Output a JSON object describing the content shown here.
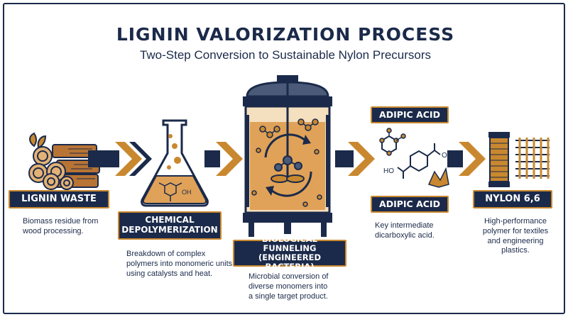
{
  "title": "LIGNIN VALORIZATION PROCESS",
  "subtitle": "Two-Step Conversion to Sustainable Nylon Precursors",
  "steps": [
    {
      "label": "LIGNIN WASTE",
      "desc_lines": [
        "Biomass residue from",
        "wood processing."
      ]
    },
    {
      "label_lines": [
        "CHEMICAL",
        "DEPOLYMERIZATION"
      ],
      "desc_lines": [
        "Breakdown of complex",
        "polymers into monomeric units",
        "using catalysts and heat."
      ]
    },
    {
      "label_lines": [
        "BIOLOGICAL FUNNELING",
        "(ENGINEERED BACTERIA)"
      ],
      "desc_lines": [
        "Microbial conversion of",
        "diverse monomers into",
        "a single target product."
      ]
    },
    {
      "label_top": "ADIPIC ACID",
      "label": "ADIPIC ACID",
      "desc_lines": [
        "Key intermediate",
        "dicarboxylic acid."
      ]
    },
    {
      "label": "NYLON 6,6",
      "desc_lines": [
        "High-performance",
        "polymer for textiles",
        "and engineering",
        "plastics."
      ]
    }
  ],
  "molecule_labels": {
    "flask_oh": "OH",
    "acid_oh": "OH",
    "acid_ho": "HO"
  },
  "colors": {
    "navy": "#1b2a4a",
    "amber": "#c9882f",
    "liquid": "#e0a258",
    "wood": "#a0662f"
  }
}
